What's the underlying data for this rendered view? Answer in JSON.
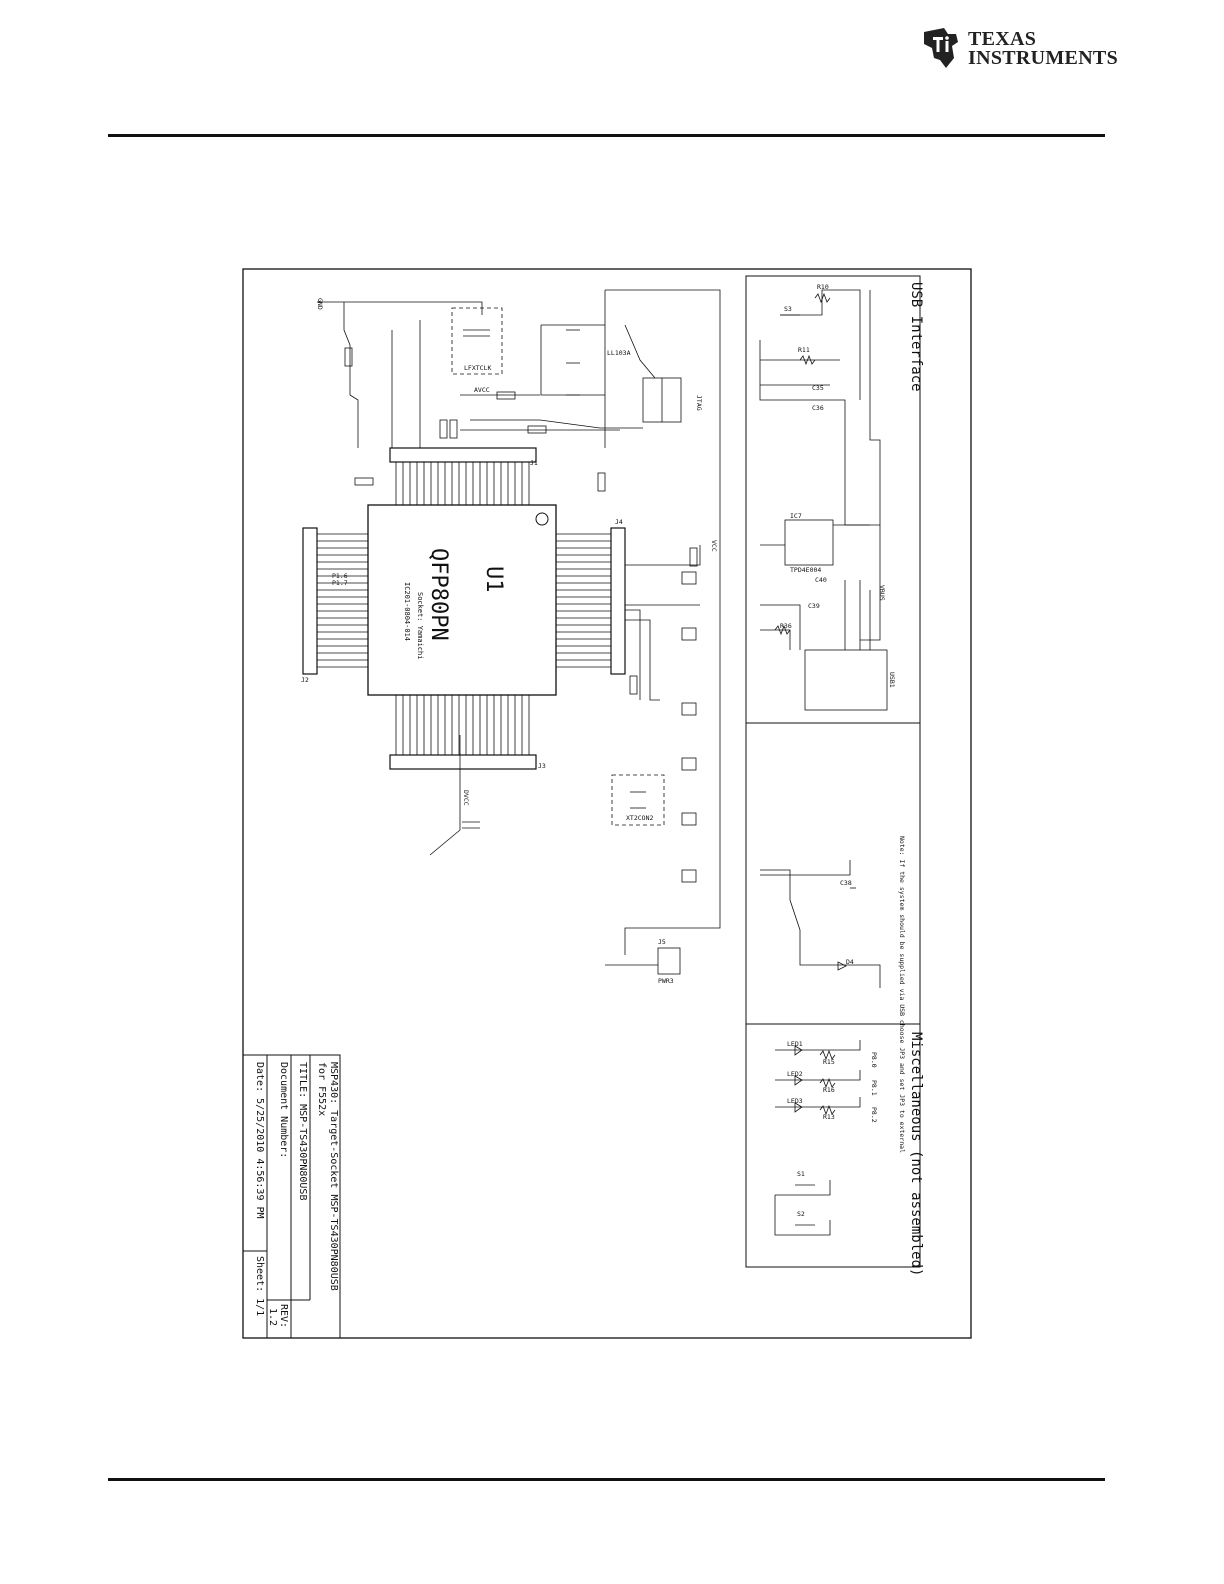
{
  "header": {
    "company_line1": "TEXAS",
    "company_line2": "INSTRUMENTS",
    "logo_icon": "ti-state-logo-icon"
  },
  "schematic": {
    "usb_title": "USB Interface",
    "misc_title": "Miscellaneous (not assembled)",
    "mcu_ref": "U1",
    "mcu_package": "QFP80PN",
    "mcu_socket": "Socket: Yamaichi",
    "mcu_socket_part": "IC201-0804-014",
    "connectors": [
      "J1",
      "J2",
      "J3",
      "J4",
      "J5",
      "JTAG"
    ],
    "components": [
      "LED1",
      "LED2",
      "LED3",
      "R15",
      "R16",
      "R13",
      "S1",
      "S2",
      "S3",
      "IC7",
      "TPD4E004",
      "USB1",
      "R10",
      "R11",
      "C35",
      "C36",
      "C38",
      "C39",
      "C40",
      "R36",
      "D4",
      "PWR3",
      "XT2CON2",
      "LFXTCLK",
      "P1.6",
      "P1.7",
      "P8.0",
      "P8.1",
      "P8.2",
      "LL103A",
      "VBUS",
      "GND",
      "VCC",
      "DVCC",
      "AVCC"
    ],
    "usb_note": "Note: If the system should be supplied via USB choose JP3 and set JP3 to external",
    "title_block": {
      "project": "MSP430: Target-Socket MSP-TS430PN80USB",
      "for": "for F552x",
      "title": "TITLE:  MSP-TS430PN80USB",
      "doc_number": "Document Number:",
      "rev_label": "REV:",
      "rev": "1.2",
      "date": "Date: 5/25/2010 4:56:39 PM",
      "sheet": "Sheet: 1/1"
    }
  }
}
